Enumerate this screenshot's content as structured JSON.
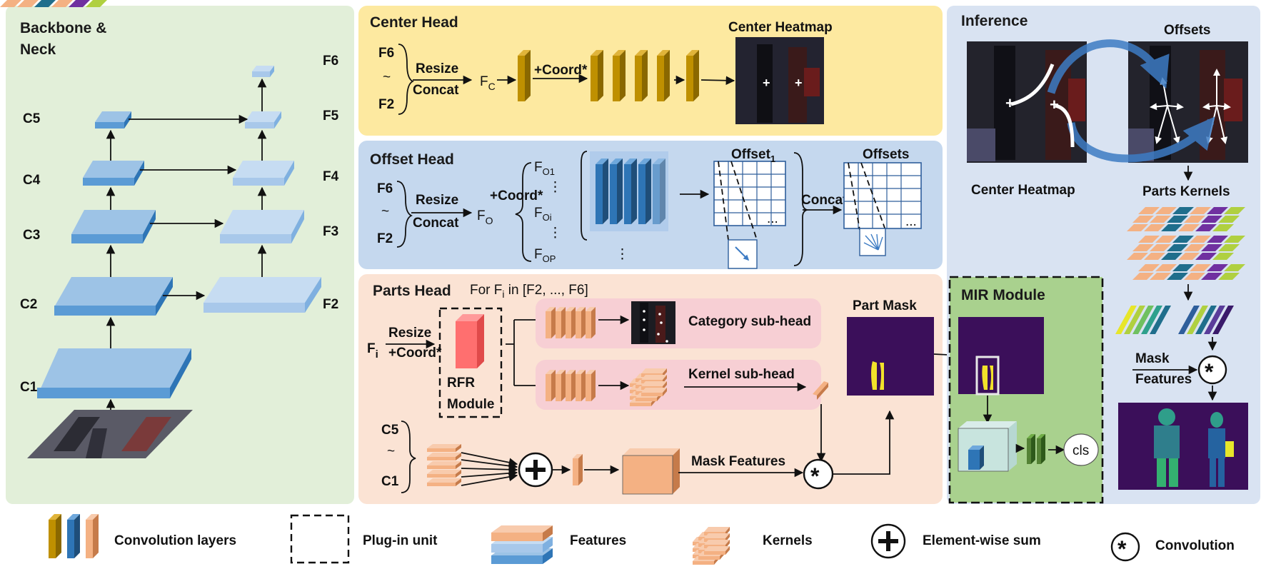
{
  "panels": {
    "backbone": {
      "title_line1": "Backbone &",
      "title_line2": "Neck",
      "c_levels": [
        "C1",
        "C2",
        "C3",
        "C4",
        "C5"
      ],
      "f_levels": [
        "F2",
        "F3",
        "F4",
        "F5",
        "F6"
      ]
    },
    "center_head": {
      "title": "Center Head",
      "f_top": "F6",
      "tilde": "~",
      "f_bottom": "F2",
      "resize": "Resize",
      "concat": "Concat",
      "fc_main": "F",
      "fc_sub": "C",
      "coord": "+Coord*",
      "heatmap_label": "Center Heatmap"
    },
    "offset_head": {
      "title": "Offset Head",
      "f_top": "F6",
      "tilde": "~",
      "f_bottom": "F2",
      "resize": "Resize",
      "concat": "Concat",
      "coord": "+Coord*",
      "fo_main": "F",
      "fo_sub": "O",
      "fo1_sub": "O1",
      "foi_sub": "Oi",
      "fop_sub": "OP",
      "vdots": "⋮",
      "offset1_main": "Offset",
      "offset1_sub": "1",
      "offsets_label": "Offsets",
      "concat_label": "Concat",
      "hdots": "..."
    },
    "parts_head": {
      "title": "Parts Head",
      "loop_prefix": "For F",
      "loop_sub": "i",
      "loop_suffix": " in [F2, ..., F6]",
      "fi_main": "F",
      "fi_sub": "i",
      "resize": "Resize",
      "coord": "+Coord*",
      "rfr_line1": "RFR",
      "rfr_line2": "Module",
      "category_subhead": "Category sub-head",
      "kernel_subhead": "Kernel sub-head",
      "part_mask": "Part Mask",
      "c5": "C5",
      "tilde": "~",
      "c1": "C1",
      "mask_features": "Mask Features"
    },
    "mir": {
      "title": "MIR Module",
      "cls": "cls"
    },
    "inference": {
      "title": "Inference",
      "offsets": "Offsets",
      "center_heatmap": "Center Heatmap",
      "parts_kernels": "Parts Kernels",
      "mask": "Mask",
      "features": "Features"
    }
  },
  "legend": {
    "conv_layers": "Convolution layers",
    "plugin_unit": "Plug-in unit",
    "features": "Features",
    "kernels": "Kernels",
    "elementwise_sum": "Element-wise sum",
    "convolution": "Convolution"
  },
  "colors": {
    "backbone_bg": "#e2efd9",
    "center_bg": "#fde9a0",
    "offset_bg": "#c5d8ee",
    "parts_bg": "#fbe3d4",
    "mir_bg": "#a9d18e",
    "inference_bg": "#d9e3f2",
    "fpn_blue": "#5b9bd5",
    "conv_gold": "#bf9000",
    "conv_blue": "#2e75b6",
    "conv_peach": "#f4b183",
    "subhead_pink": "#f7cfd4"
  }
}
